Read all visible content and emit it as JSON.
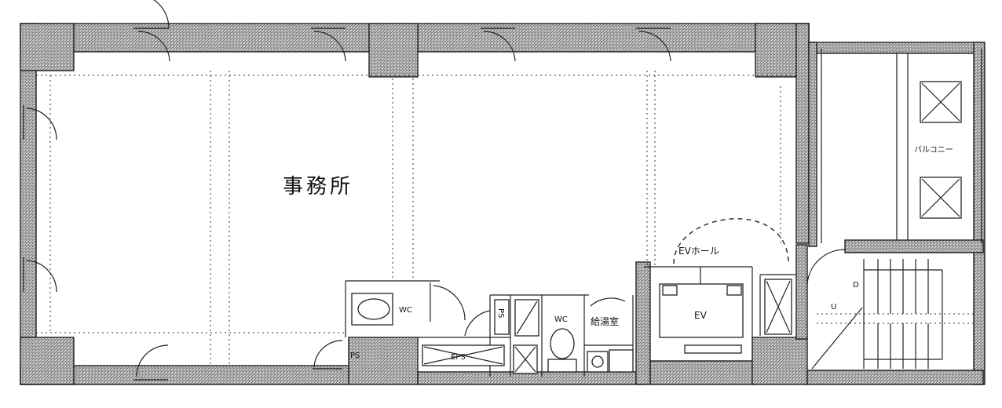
{
  "plan": {
    "office_label": "事務所",
    "ev_hall_label": "EVホール",
    "ev_label": "EV",
    "wc_label_1": "WC",
    "wc_label_2": "WC",
    "ps_label_1": "PS",
    "ps_label_2": "PS",
    "eps_label": "EPS",
    "kitchen_label": "給湯室",
    "balcony_label": "バルコニー",
    "stair_up_label": "U",
    "stair_down_label": "D"
  }
}
